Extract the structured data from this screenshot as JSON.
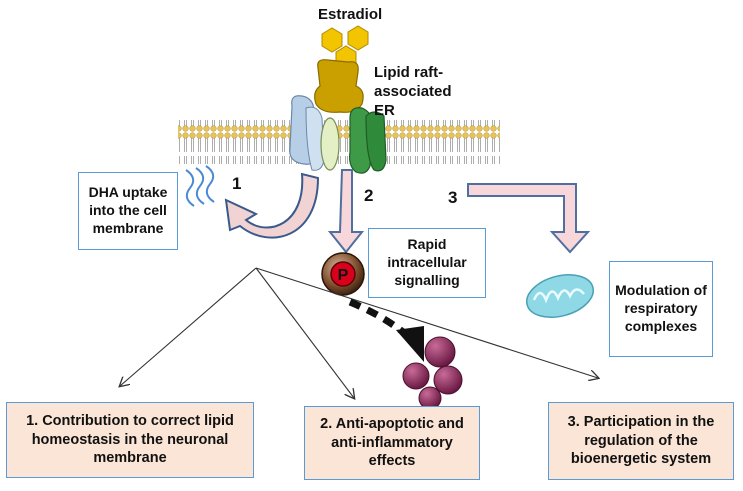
{
  "labels": {
    "estradiol": "Estradiol",
    "lipid_raft": "Lipid raft-associated ER",
    "phospho": "P"
  },
  "pathways": [
    {
      "number": "1",
      "text": "DHA uptake into the cell membrane"
    },
    {
      "number": "2",
      "text": "Rapid intracellular signalling"
    },
    {
      "number": "3",
      "text": "Modulation of respiratory complexes"
    }
  ],
  "outcomes": [
    {
      "text": "1. Contribution to correct lipid homeostasis in the neuronal membrane"
    },
    {
      "text": "2. Anti-apoptotic and anti-inflammatory effects"
    },
    {
      "text": "3. Participation in the regulation of the bioenergetic system"
    }
  ],
  "colors": {
    "box_border": "#5b9bd5",
    "outcome_fill": "#fbe5d6",
    "arrow_fill": "#f8d7da",
    "arrow_stroke": "#4f6fa0",
    "estradiol": "#f2c500",
    "receptor_gold": "#c9a000",
    "receptor_green": "#3f9a48",
    "receptor_blue": "#b7cfe6",
    "phospho_red": "#d9001b",
    "protein_magenta": "#8b2a5c",
    "mito": "#8fd9e6"
  }
}
